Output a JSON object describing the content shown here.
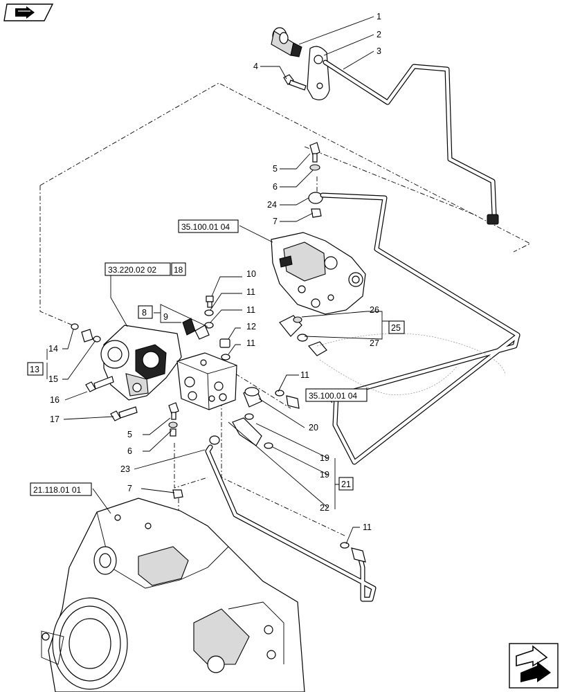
{
  "header_icon": {
    "name": "book-arrow-icon"
  },
  "footer_icon": {
    "name": "navigation-arrows-icon"
  },
  "callouts": [
    "1",
    "2",
    "3",
    "4",
    "5",
    "6",
    "24",
    "7",
    "10",
    "11",
    "11",
    "26",
    "8",
    "9",
    "12",
    "11",
    "14",
    "15",
    "16",
    "17",
    "13",
    "5",
    "6",
    "23",
    "7",
    "11",
    "20",
    "19",
    "19",
    "21",
    "22",
    "11",
    "27",
    "25"
  ],
  "references": {
    "valve_top": "35.100.01 04",
    "valve_left": "33.220.02 02",
    "valve_left_num": "18",
    "valve_mid": "35.100.01 04",
    "transmission": "21.118.01 01"
  },
  "group_boxes": {
    "g8": "8",
    "g13": "13",
    "g21": "21",
    "g25": "25"
  }
}
